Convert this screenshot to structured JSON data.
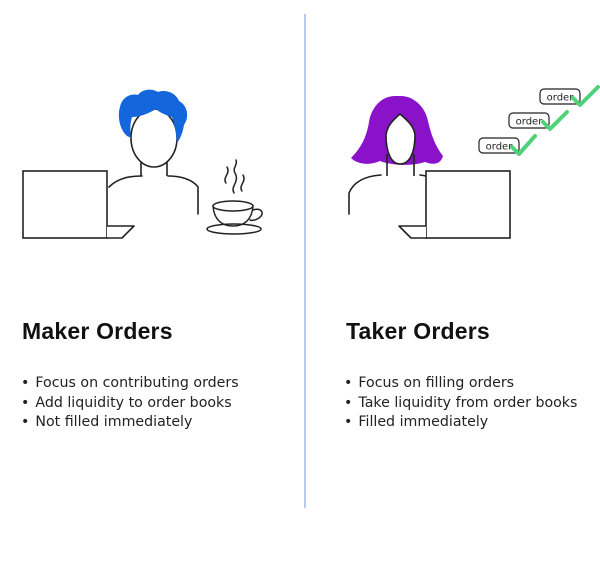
{
  "maker": {
    "title": "Maker Orders",
    "bullets": [
      "Focus on contributing orders",
      "Add liquidity to order books",
      "Not filled immediately"
    ]
  },
  "taker": {
    "title": "Taker Orders",
    "bullets": [
      "Focus on filling orders",
      "Take liquidity from order books",
      "Filled immediately"
    ],
    "order_tags": [
      "order",
      "order",
      "order"
    ]
  },
  "colors": {
    "maker_hair": "#1466dc",
    "taker_hair": "#8a12c8",
    "check": "#4fd27a",
    "divider": "#b9c8ee",
    "line": "#222222"
  },
  "icons": {
    "maker": [
      "person-with-blue-hair-icon",
      "laptop-icon",
      "coffee-cup-icon"
    ],
    "taker": [
      "person-with-purple-hair-icon",
      "laptop-icon",
      "order-tag-icon",
      "checkmark-icon"
    ]
  }
}
